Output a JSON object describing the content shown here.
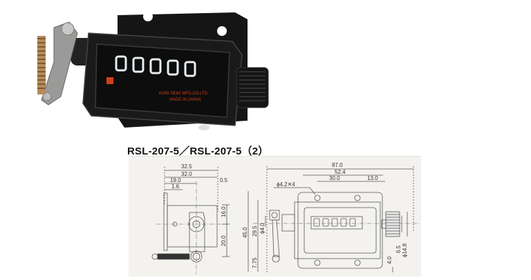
{
  "product": {
    "model_title": "RSL-207-5／RSL-207-5（2）",
    "photo": {
      "counter_digits": [
        "0",
        "0",
        "0",
        "0",
        "0"
      ],
      "maker_line1": "KORI SEIKI MFG.CO.LTD",
      "maker_line2": "MADE IN JAPAN",
      "body_color": "#1a1a1a",
      "digit_color": "#e8eef2",
      "maker_text_color": "#d0401a"
    }
  },
  "drawing": {
    "side_view": {
      "dims": {
        "w_total": "32.5",
        "w_body": "32.0",
        "w_center": "19.0",
        "w_plate": "1.6",
        "w_gap": "0.5",
        "h_upper": "16.0",
        "h_lower": "20.0"
      }
    },
    "front_view": {
      "dims": {
        "w_total": "87.0",
        "w_body": "52.4",
        "hole_pitch": "30.0",
        "hole_edge": "13.0",
        "hole_spec": "ϕ4.2✕4",
        "h_total": "45.0",
        "h_body": "29.5",
        "shaft_dia": "ϕ4.0",
        "h_bottom": "7.75",
        "knob_offset": "4.0",
        "knob_h": "6.5",
        "knob_dia": "ϕ14.8"
      },
      "counter_digits": [
        "0",
        "0",
        "0",
        "0",
        "0"
      ]
    },
    "colors": {
      "panel_bg": "#f4f2ef",
      "line": "#555555"
    }
  }
}
